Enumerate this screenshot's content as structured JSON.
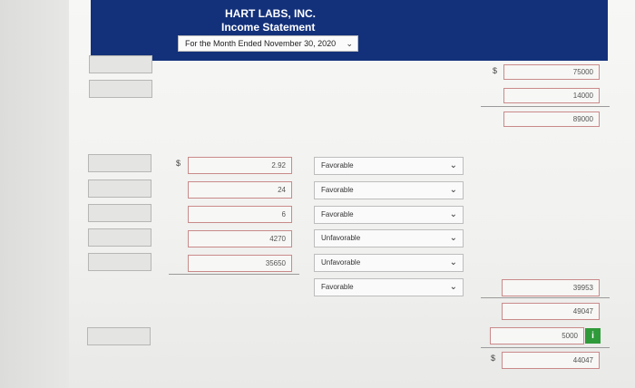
{
  "header": {
    "company": "HART LABS, INC.",
    "statement": "Income Statement",
    "period": "For the Month Ended November 30, 2020"
  },
  "top_values": [
    "75000",
    "14000",
    "89000"
  ],
  "variance_rows": [
    {
      "amount": "2.92",
      "type": "Favorable"
    },
    {
      "amount": "24",
      "type": "Favorable"
    },
    {
      "amount": "6",
      "type": "Favorable"
    },
    {
      "amount": "4270",
      "type": "Unfavorable"
    },
    {
      "amount": "35650",
      "type": "Unfavorable"
    }
  ],
  "total_variance_type": "Favorable",
  "right_values": {
    "total_variance": "39953",
    "subtotal": "49047",
    "other": "5000",
    "net": "44047"
  },
  "symbols": {
    "dollar": "$",
    "info": "i"
  },
  "colors": {
    "header_bg": "#13317a",
    "info_green": "#2f9a3a"
  }
}
